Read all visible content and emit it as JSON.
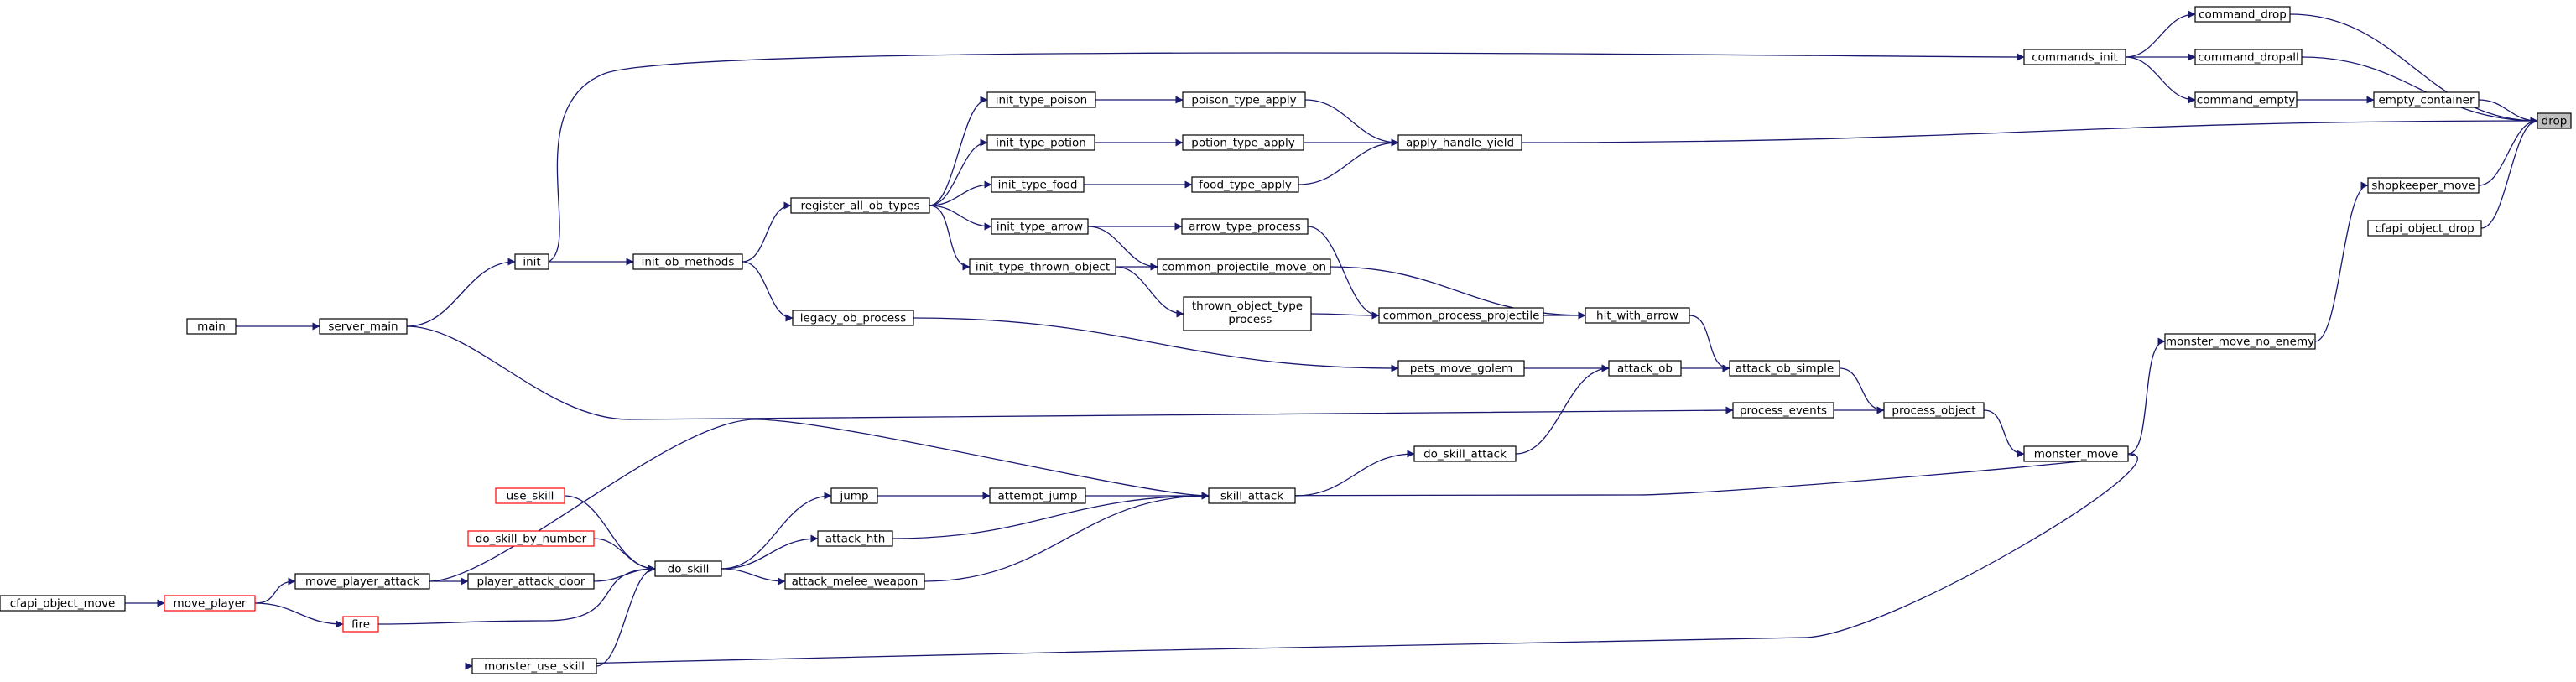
{
  "colors": {
    "edge": "#191970",
    "node_border": "#000000",
    "truncated_border": "#ff0000",
    "target_fill": "#bfbfbf",
    "background": "#ffffff"
  },
  "nodes": [
    {
      "id": "drop",
      "label": "drop",
      "kind": "target"
    },
    {
      "id": "command_drop",
      "label": "command_drop",
      "kind": "normal"
    },
    {
      "id": "command_dropall",
      "label": "command_dropall",
      "kind": "normal"
    },
    {
      "id": "command_empty",
      "label": "command_empty",
      "kind": "normal"
    },
    {
      "id": "empty_container",
      "label": "empty_container",
      "kind": "normal"
    },
    {
      "id": "commands_init",
      "label": "commands_init",
      "kind": "normal"
    },
    {
      "id": "apply_handle_yield",
      "label": "apply_handle_yield",
      "kind": "normal"
    },
    {
      "id": "shopkeeper_move",
      "label": "shopkeeper_move",
      "kind": "normal"
    },
    {
      "id": "cfapi_object_drop",
      "label": "cfapi_object_drop",
      "kind": "normal"
    },
    {
      "id": "monster_move_no_enemy",
      "label": "monster_move_no_enemy",
      "kind": "normal"
    },
    {
      "id": "monster_move",
      "label": "monster_move",
      "kind": "normal"
    },
    {
      "id": "process_object",
      "label": "process_object",
      "kind": "normal"
    },
    {
      "id": "process_events",
      "label": "process_events",
      "kind": "normal"
    },
    {
      "id": "attack_ob_simple",
      "label": "attack_ob_simple",
      "kind": "normal"
    },
    {
      "id": "hit_with_arrow",
      "label": "hit_with_arrow",
      "kind": "normal"
    },
    {
      "id": "attack_ob",
      "label": "attack_ob",
      "kind": "normal"
    },
    {
      "id": "do_skill_attack",
      "label": "do_skill_attack",
      "kind": "normal"
    },
    {
      "id": "pets_move_golem",
      "label": "pets_move_golem",
      "kind": "normal"
    },
    {
      "id": "common_process_projectile",
      "label": "common_process_projectile",
      "kind": "normal"
    },
    {
      "id": "common_projectile_move_on",
      "label": "common_projectile_move_on",
      "kind": "normal"
    },
    {
      "id": "arrow_type_process",
      "label": "arrow_type_process",
      "kind": "normal"
    },
    {
      "id": "thrown_object_type_process",
      "label": "thrown_object_type\n_process",
      "kind": "normal"
    },
    {
      "id": "poison_type_apply",
      "label": "poison_type_apply",
      "kind": "normal"
    },
    {
      "id": "potion_type_apply",
      "label": "potion_type_apply",
      "kind": "normal"
    },
    {
      "id": "food_type_apply",
      "label": "food_type_apply",
      "kind": "normal"
    },
    {
      "id": "init_type_poison",
      "label": "init_type_poison",
      "kind": "normal"
    },
    {
      "id": "init_type_potion",
      "label": "init_type_potion",
      "kind": "normal"
    },
    {
      "id": "init_type_food",
      "label": "init_type_food",
      "kind": "normal"
    },
    {
      "id": "init_type_arrow",
      "label": "init_type_arrow",
      "kind": "normal"
    },
    {
      "id": "init_type_thrown_object",
      "label": "init_type_thrown_object",
      "kind": "normal"
    },
    {
      "id": "register_all_ob_types",
      "label": "register_all_ob_types",
      "kind": "normal"
    },
    {
      "id": "init_ob_methods",
      "label": "init_ob_methods",
      "kind": "normal"
    },
    {
      "id": "legacy_ob_process",
      "label": "legacy_ob_process",
      "kind": "normal"
    },
    {
      "id": "init",
      "label": "init",
      "kind": "normal"
    },
    {
      "id": "server_main",
      "label": "server_main",
      "kind": "normal"
    },
    {
      "id": "main",
      "label": "main",
      "kind": "normal"
    },
    {
      "id": "skill_attack",
      "label": "skill_attack",
      "kind": "normal"
    },
    {
      "id": "jump",
      "label": "jump",
      "kind": "normal"
    },
    {
      "id": "attempt_jump",
      "label": "attempt_jump",
      "kind": "normal"
    },
    {
      "id": "attack_hth",
      "label": "attack_hth",
      "kind": "normal"
    },
    {
      "id": "attack_melee_weapon",
      "label": "attack_melee_weapon",
      "kind": "normal"
    },
    {
      "id": "do_skill",
      "label": "do_skill",
      "kind": "normal"
    },
    {
      "id": "use_skill",
      "label": "use_skill",
      "kind": "truncated"
    },
    {
      "id": "do_skill_by_number",
      "label": "do_skill_by_number",
      "kind": "truncated"
    },
    {
      "id": "player_attack_door",
      "label": "player_attack_door",
      "kind": "normal"
    },
    {
      "id": "move_player_attack",
      "label": "move_player_attack",
      "kind": "normal"
    },
    {
      "id": "move_player",
      "label": "move_player",
      "kind": "truncated"
    },
    {
      "id": "fire",
      "label": "fire",
      "kind": "truncated"
    },
    {
      "id": "cfapi_object_move",
      "label": "cfapi_object_move",
      "kind": "normal"
    },
    {
      "id": "monster_use_skill",
      "label": "monster_use_skill",
      "kind": "normal"
    }
  ],
  "edges": [
    [
      "command_drop",
      "drop"
    ],
    [
      "command_dropall",
      "drop"
    ],
    [
      "empty_container",
      "drop"
    ],
    [
      "apply_handle_yield",
      "drop"
    ],
    [
      "shopkeeper_move",
      "drop"
    ],
    [
      "cfapi_object_drop",
      "drop"
    ],
    [
      "commands_init",
      "command_drop"
    ],
    [
      "commands_init",
      "command_dropall"
    ],
    [
      "commands_init",
      "command_empty"
    ],
    [
      "command_empty",
      "empty_container"
    ],
    [
      "init",
      "commands_init"
    ],
    [
      "poison_type_apply",
      "apply_handle_yield"
    ],
    [
      "potion_type_apply",
      "apply_handle_yield"
    ],
    [
      "food_type_apply",
      "apply_handle_yield"
    ],
    [
      "init_type_poison",
      "poison_type_apply"
    ],
    [
      "init_type_potion",
      "potion_type_apply"
    ],
    [
      "init_type_food",
      "food_type_apply"
    ],
    [
      "register_all_ob_types",
      "init_type_poison"
    ],
    [
      "register_all_ob_types",
      "init_type_potion"
    ],
    [
      "register_all_ob_types",
      "init_type_food"
    ],
    [
      "register_all_ob_types",
      "init_type_arrow"
    ],
    [
      "register_all_ob_types",
      "init_type_thrown_object"
    ],
    [
      "init_ob_methods",
      "register_all_ob_types"
    ],
    [
      "init_ob_methods",
      "legacy_ob_process"
    ],
    [
      "init",
      "init_ob_methods"
    ],
    [
      "server_main",
      "init"
    ],
    [
      "main",
      "server_main"
    ],
    [
      "server_main",
      "process_events"
    ],
    [
      "monster_move_no_enemy",
      "shopkeeper_move"
    ],
    [
      "monster_move",
      "monster_move_no_enemy"
    ],
    [
      "process_object",
      "monster_move"
    ],
    [
      "process_events",
      "process_object"
    ],
    [
      "attack_ob_simple",
      "process_object"
    ],
    [
      "hit_with_arrow",
      "attack_ob_simple"
    ],
    [
      "attack_ob",
      "attack_ob_simple"
    ],
    [
      "common_process_projectile",
      "hit_with_arrow"
    ],
    [
      "common_projectile_move_on",
      "hit_with_arrow"
    ],
    [
      "arrow_type_process",
      "common_process_projectile"
    ],
    [
      "thrown_object_type_process",
      "common_process_projectile"
    ],
    [
      "init_type_arrow",
      "arrow_type_process"
    ],
    [
      "init_type_arrow",
      "common_projectile_move_on"
    ],
    [
      "init_type_thrown_object",
      "common_projectile_move_on"
    ],
    [
      "init_type_thrown_object",
      "thrown_object_type_process"
    ],
    [
      "legacy_ob_process",
      "pets_move_golem"
    ],
    [
      "pets_move_golem",
      "attack_ob"
    ],
    [
      "do_skill_attack",
      "attack_ob"
    ],
    [
      "skill_attack",
      "do_skill_attack"
    ],
    [
      "monster_move",
      "skill_attack"
    ],
    [
      "attempt_jump",
      "skill_attack"
    ],
    [
      "attack_hth",
      "skill_attack"
    ],
    [
      "attack_melee_weapon",
      "skill_attack"
    ],
    [
      "move_player_attack",
      "skill_attack"
    ],
    [
      "jump",
      "attempt_jump"
    ],
    [
      "do_skill",
      "jump"
    ],
    [
      "do_skill",
      "attack_hth"
    ],
    [
      "do_skill",
      "attack_melee_weapon"
    ],
    [
      "use_skill",
      "do_skill"
    ],
    [
      "do_skill_by_number",
      "do_skill"
    ],
    [
      "player_attack_door",
      "do_skill"
    ],
    [
      "fire",
      "do_skill"
    ],
    [
      "monster_use_skill",
      "do_skill"
    ],
    [
      "monster_move",
      "monster_use_skill"
    ],
    [
      "move_player_attack",
      "player_attack_door"
    ],
    [
      "move_player",
      "move_player_attack"
    ],
    [
      "move_player",
      "fire"
    ],
    [
      "cfapi_object_move",
      "move_player"
    ]
  ]
}
